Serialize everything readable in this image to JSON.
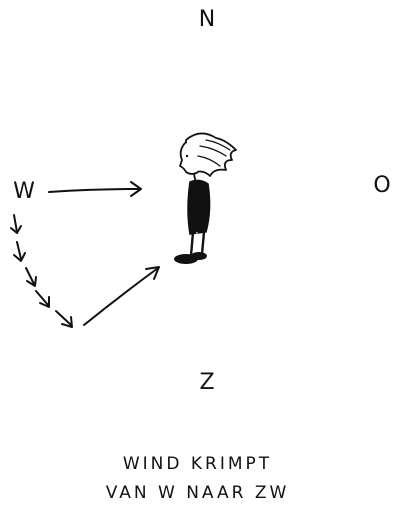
{
  "compass": {
    "north": "N",
    "east": "O",
    "south": "Z",
    "west": "W"
  },
  "caption": {
    "line1": "WIND KRIMPT",
    "line2": "VAN  W NAAR ZW"
  },
  "colors": {
    "ink": "#111111",
    "background": "#ffffff"
  }
}
